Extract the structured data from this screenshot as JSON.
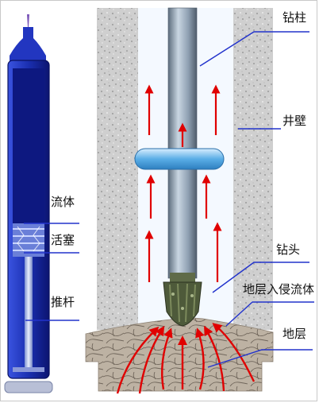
{
  "labels": {
    "fluid": "流体",
    "piston": "活塞",
    "rod": "推杆",
    "drill_pipe": "钻柱",
    "well_wall": "井壁",
    "drill_bit": "钻头",
    "invading_fluid": "地层入侵流体",
    "formation": "地层"
  },
  "colors": {
    "syringe_body": "#1a2fb0",
    "syringe_fluid": "#0d1880",
    "leader_line": "#2233cc",
    "flow_arrow": "#e00000",
    "rock_wall": "#c8c8c8",
    "borehole": "#f4f9ff",
    "pipe": "#8fa4b8",
    "stabilizer": "#6fb6e8",
    "drill_bit": "#4e5a3a",
    "formation": "#b8ad9e"
  }
}
